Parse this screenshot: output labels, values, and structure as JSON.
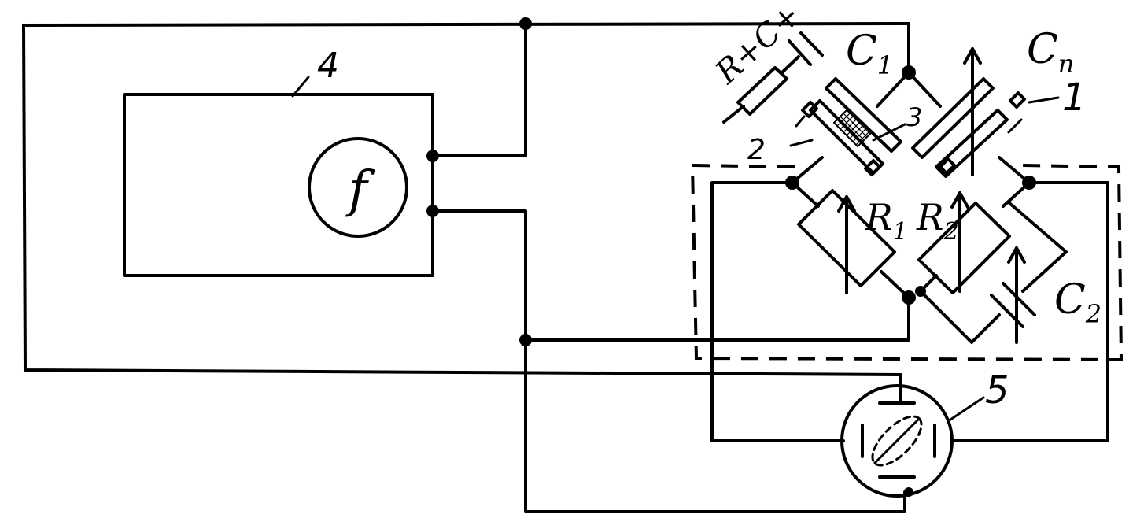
{
  "labels": {
    "generator_number": "4",
    "generator_symbol": "f",
    "indicator_number": "5",
    "c1": {
      "main": "C",
      "sub": "1"
    },
    "cn": {
      "main": "C",
      "sub": "n"
    },
    "c2": {
      "main": "C",
      "sub": "2"
    },
    "r1": {
      "main": "R",
      "sub": "1"
    },
    "r2": {
      "main": "R",
      "sub": "2"
    },
    "rc_branch": "R+C+",
    "pointer_1": "1",
    "pointer_2": "2",
    "pointer_3": "3"
  },
  "colors": {
    "ink": "#000000",
    "background": "#ffffff"
  }
}
